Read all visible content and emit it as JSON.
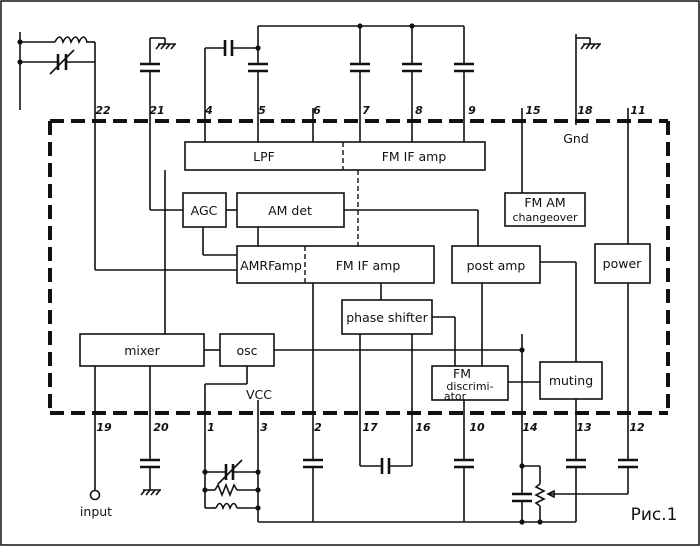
{
  "blocks": {
    "lpf": "LPF",
    "fm_if_amp_top": "FM IF amp",
    "fm_am_changeover_1": "FM AM",
    "fm_am_changeover_2": "changeover",
    "agc": "AGC",
    "am_det": "AM det",
    "amrf_amp": "AMRFamp",
    "fm_if_amp_mid": "FM IF amp",
    "post_amp": "post amp",
    "power": "power",
    "phase_shifter": "phase shifter",
    "mixer": "mixer",
    "osc": "osc",
    "fm_discriminator_1": "FM",
    "fm_discriminator_2": "discrimi-",
    "fm_discriminator_3": "ator",
    "muting": "muting"
  },
  "pins_top": [
    "22",
    "21",
    "4",
    "5",
    "6",
    "7",
    "8",
    "9",
    "15",
    "18",
    "11"
  ],
  "pins_bottom": [
    "19",
    "20",
    "1",
    "3",
    "2",
    "17",
    "16",
    "10",
    "14",
    "13",
    "12"
  ],
  "labels": {
    "gnd": "Gnd",
    "vcc": "VCC",
    "input": "input",
    "figure": "Рис.1"
  }
}
